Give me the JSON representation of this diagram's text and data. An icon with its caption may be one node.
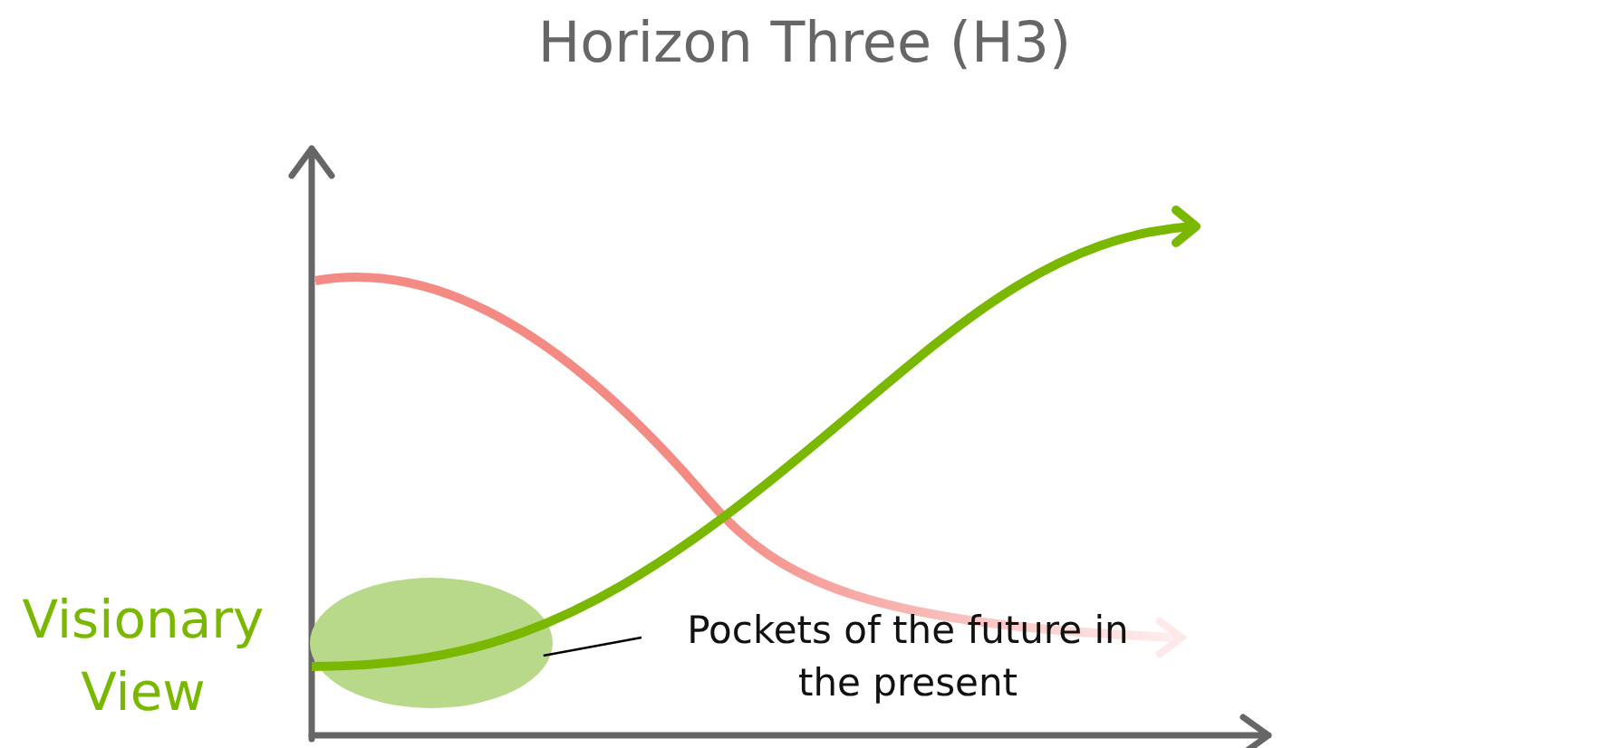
{
  "diagram": {
    "title": "Horizon Three (H3)",
    "nodes": [
      {
        "text": [],
        "shape": "circle"
      },
      {
        "text": [
          "Pockets of the future in the present"
        ]
      }
    ],
    "edges": [
      {
        "from": 1,
        "to": 0,
        "arrow": "none"
      }
    ],
    "labels": [
      "Visionary View"
    ]
  }
}
